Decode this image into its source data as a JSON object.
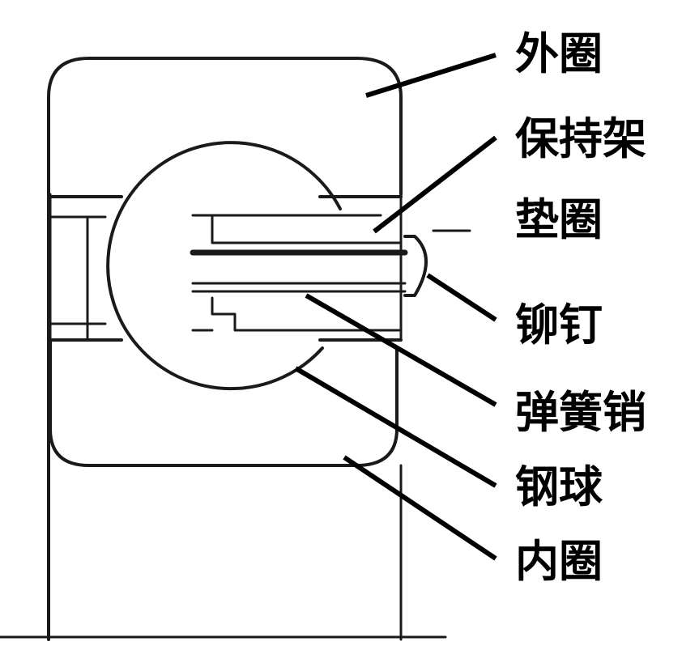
{
  "labels": {
    "outer_ring": "外圈",
    "cage": "保持架",
    "washer": "垫圈",
    "rivet": "铆钉",
    "spring_pin": "弹簧销",
    "steel_ball": "钢球",
    "inner_ring": "内圈"
  },
  "colors": {
    "line": "#1a1a1a",
    "text": "#000000",
    "background": "#ffffff"
  }
}
